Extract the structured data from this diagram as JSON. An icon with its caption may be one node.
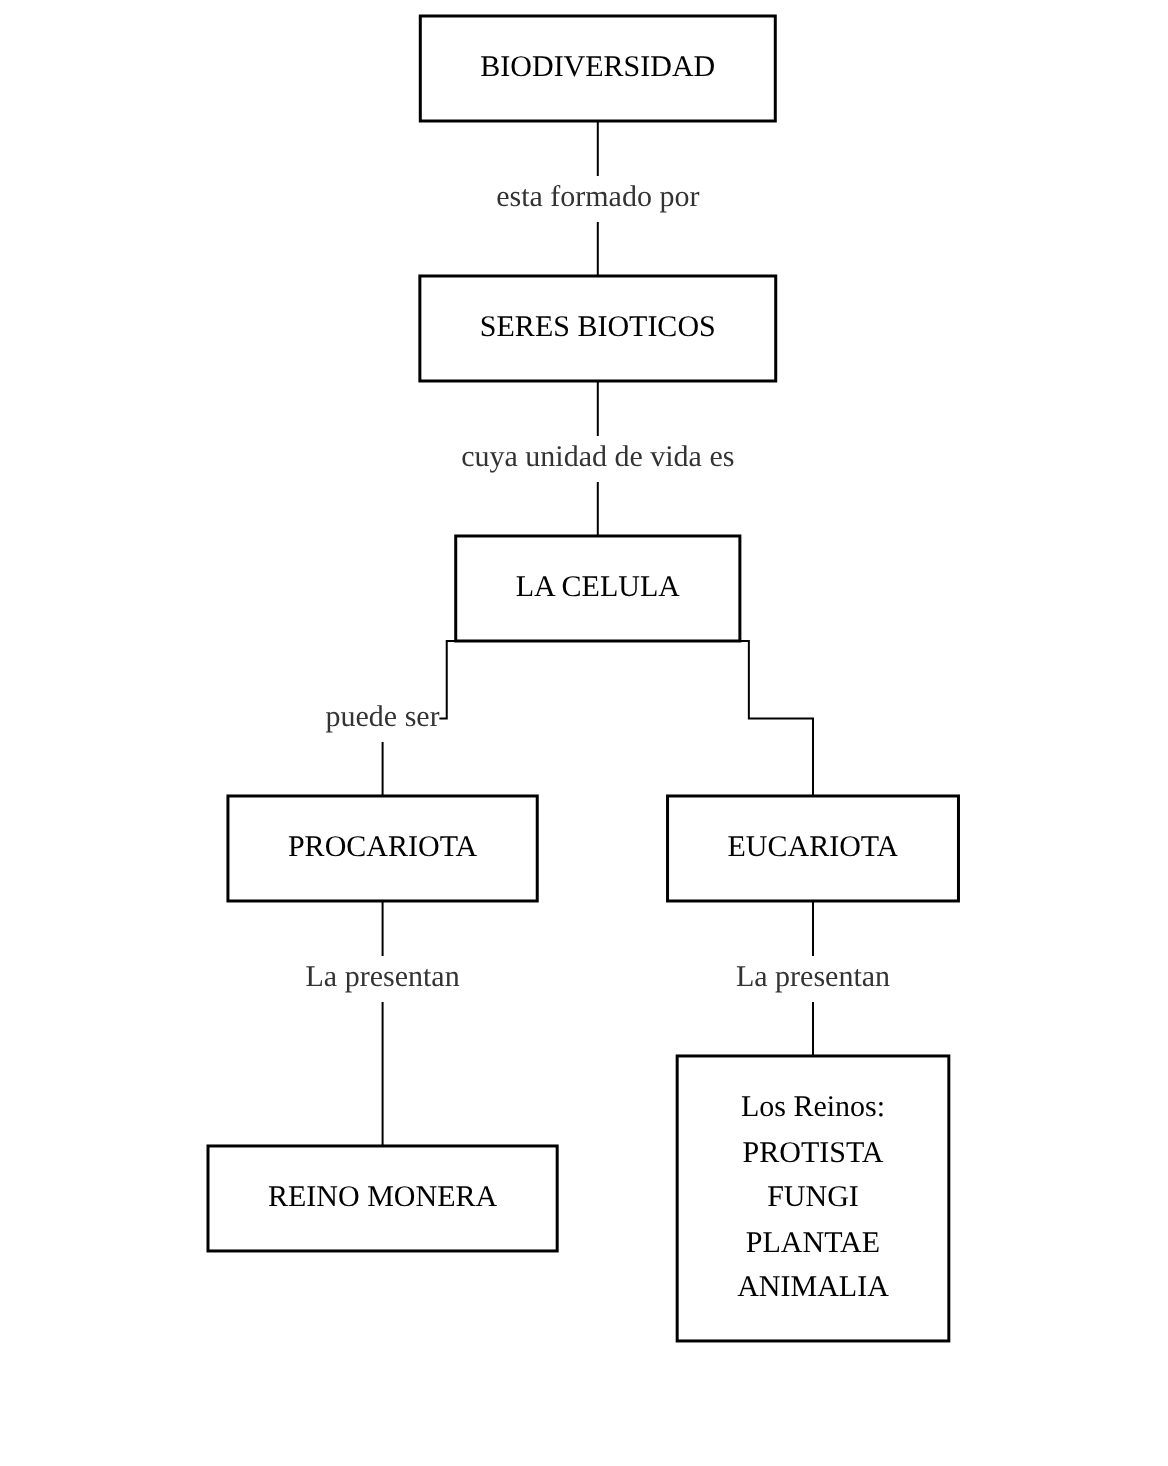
{
  "diagram": {
    "nodes": [
      {
        "text": [
          "BIODIVERSIDAD"
        ]
      },
      {
        "text": [
          "SERES BIOTICOS"
        ]
      },
      {
        "text": [
          "LA CELULA"
        ]
      },
      {
        "text": [
          "PROCARIOTA"
        ]
      },
      {
        "text": [
          "EUCARIOTA"
        ]
      },
      {
        "text": [
          "REINO MONERA"
        ]
      },
      {
        "text": [
          "Los Reinos:",
          "PROTISTA",
          "FUNGI",
          "PLANTAE",
          "ANIMALIA"
        ]
      }
    ],
    "edges": [
      {
        "from": 0,
        "to": 1,
        "arrow": "none",
        "label": "esta formado por"
      },
      {
        "from": 1,
        "to": 2,
        "arrow": "none",
        "label": "cuya unidad de vida es"
      },
      {
        "from": 2,
        "to": 3,
        "arrow": "none",
        "label": "puede ser"
      },
      {
        "from": 2,
        "to": 4,
        "arrow": "none"
      },
      {
        "from": 3,
        "to": 5,
        "arrow": "none",
        "label": "La presentan"
      },
      {
        "from": 4,
        "to": 6,
        "arrow": "none",
        "label": "La presentan"
      }
    ]
  }
}
